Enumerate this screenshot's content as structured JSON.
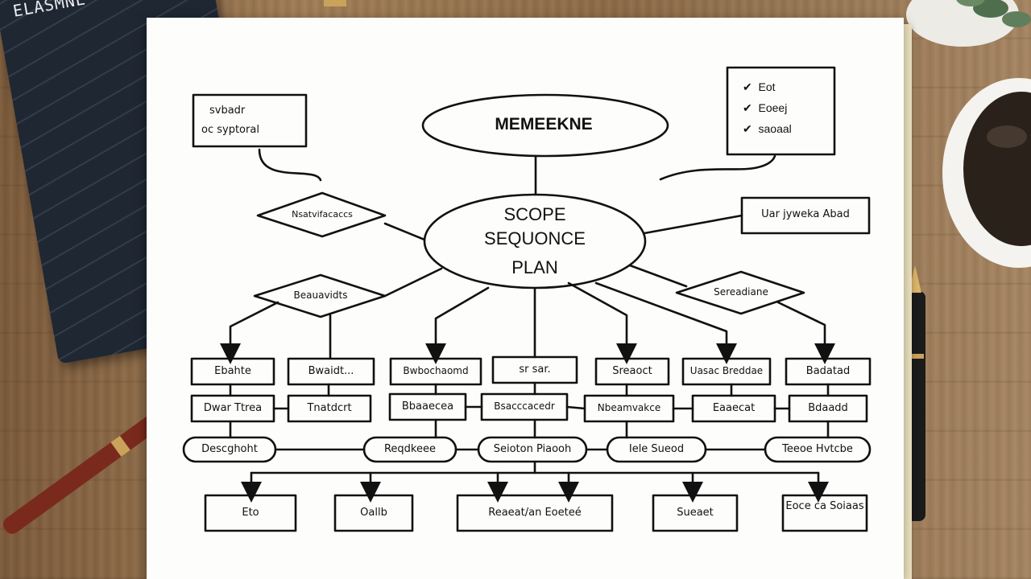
{
  "notebook": {
    "cover_text": "ELASMNE"
  },
  "diagram": {
    "top_title": "MEMEEKNE",
    "center_lines": [
      "SCOPE",
      "SEQUONCE",
      "PLAN"
    ],
    "note_left": [
      "svbadr",
      "oc  syptoral"
    ],
    "checklist": [
      {
        "mark": "✔",
        "text": "Eot"
      },
      {
        "mark": "✔",
        "text": "Eoeej"
      },
      {
        "mark": "✔",
        "text": "saoaal"
      }
    ],
    "diamond_upper_left": "Nsatvifacaccs",
    "diamond_left": "Beauavidts",
    "diamond_right": "Sereadiane",
    "box_right": "Uar jyweka  Abad",
    "row1": [
      "Ebahte",
      "Bwaidt...",
      "Bwbochaomd",
      "sr  sar.",
      "Sreaoct",
      "Uasac Breddae",
      "Badatad"
    ],
    "row2": [
      "Dwar  Ttrea",
      "Tnatdcrt",
      "Bbaaecea",
      "Bsacccacedr",
      "Nbeamvakce",
      "Eaaecat",
      "Bdaadd"
    ],
    "row3": [
      "Descghoht",
      "Reqdkeee",
      "Seioton  Piaooh",
      "Iele   Sueod",
      "Teeoe  Hvtcbe"
    ],
    "row4": [
      "Eto",
      "Oallb",
      "Reaeat/an     Eoeteé",
      "Sueaet",
      "Eoce  ca  Soiaas"
    ]
  }
}
